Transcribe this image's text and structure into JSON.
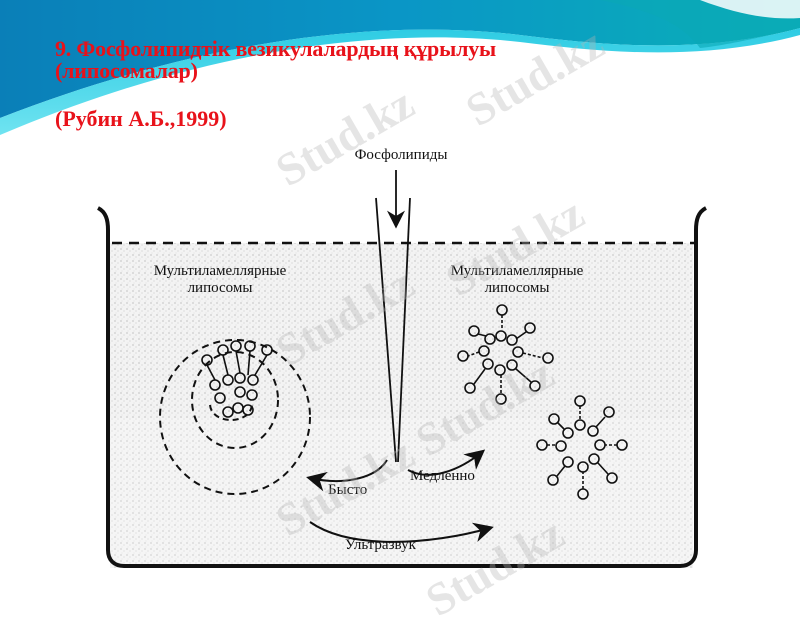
{
  "slide": {
    "title_line1": "9. Фосфолипидтік везикулалардың құрылуы",
    "title_line2": "(липосомалар)",
    "citation": "(Рубин А.Б.,1999)",
    "colors": {
      "title": "#e8121a",
      "header_teal": "#0aa6b8",
      "header_blue": "#0b8ed0",
      "background": "#ffffff"
    }
  },
  "diagram": {
    "input_label": "Фосфолипиды",
    "left_label_line1": "Мультиламеллярные",
    "left_label_line2": "липосомы",
    "right_label_line1": "Мультиламеллярные",
    "right_label_line2": "липосомы",
    "arrow_fast": "Бысто",
    "arrow_slow": "Медленно",
    "arrow_ultrasound": "Ультразвук"
  },
  "watermark": {
    "text": "Stud.kz"
  }
}
